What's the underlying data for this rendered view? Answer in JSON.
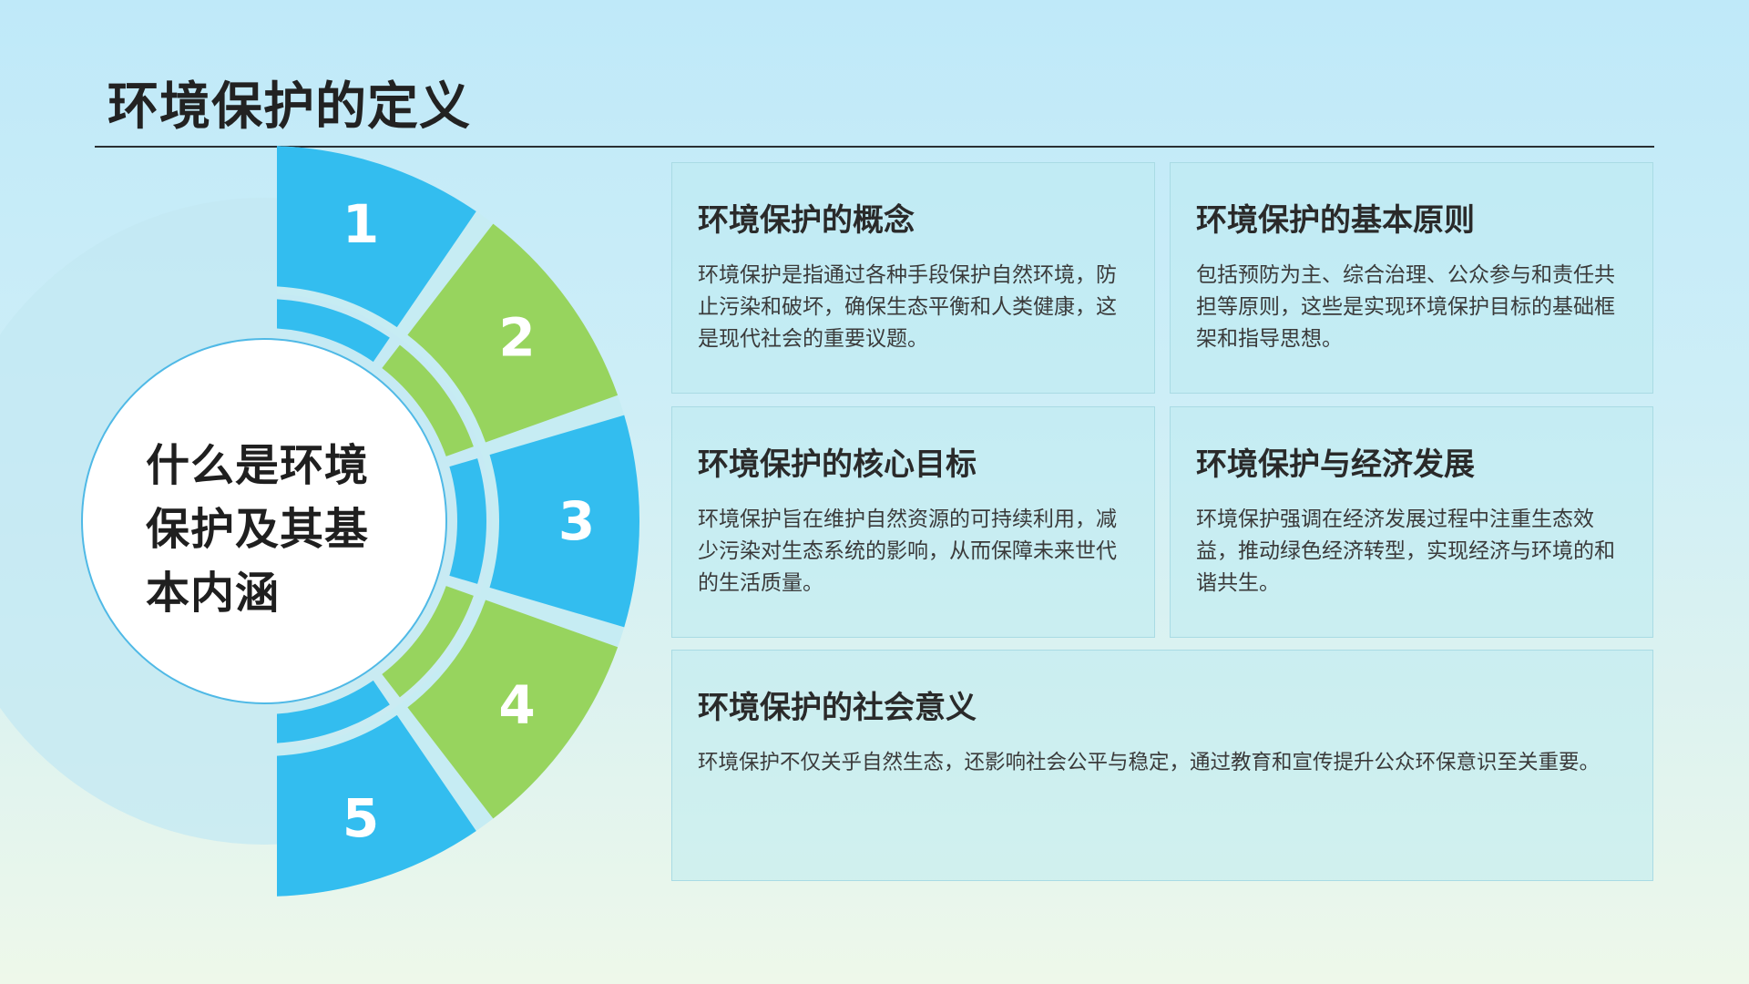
{
  "title": "环境保护的定义",
  "center": {
    "text": "什么是环境保护及其基本内涵"
  },
  "segments": [
    {
      "label": "1",
      "color": "#33bdef"
    },
    {
      "label": "2",
      "color": "#97d45e"
    },
    {
      "label": "3",
      "color": "#33bdef"
    },
    {
      "label": "4",
      "color": "#97d45e"
    },
    {
      "label": "5",
      "color": "#33bdef"
    }
  ],
  "cards": [
    {
      "title": "环境保护的概念",
      "text": "环境保护是指通过各种手段保护自然环境，防止污染和破坏，确保生态平衡和人类健康，这是现代社会的重要议题。"
    },
    {
      "title": "环境保护的基本原则",
      "text": "包括预防为主、综合治理、公众参与和责任共担等原则，这些是实现环境保护目标的基础框架和指导思想。"
    },
    {
      "title": "环境保护的核心目标",
      "text": "环境保护旨在维护自然资源的可持续利用，减少污染对生态系统的影响，从而保障未来世代的生活质量。"
    },
    {
      "title": "环境保护与经济发展",
      "text": "环境保护强调在经济发展过程中注重生态效益，推动绿色经济转型，实现经济与环境的和谐共生。"
    },
    {
      "title": "环境保护的社会意义",
      "text": "环境保护不仅关乎自然生态，还影响社会公平与稳定，通过教育和宣传提升公众环保意识至关重要。"
    }
  ],
  "colors": {
    "blue": "#33bdef",
    "green": "#97d45e",
    "gap": "#c6ecf3",
    "halo": "#c3e8f3",
    "circle_border": "#4fb9e6"
  }
}
